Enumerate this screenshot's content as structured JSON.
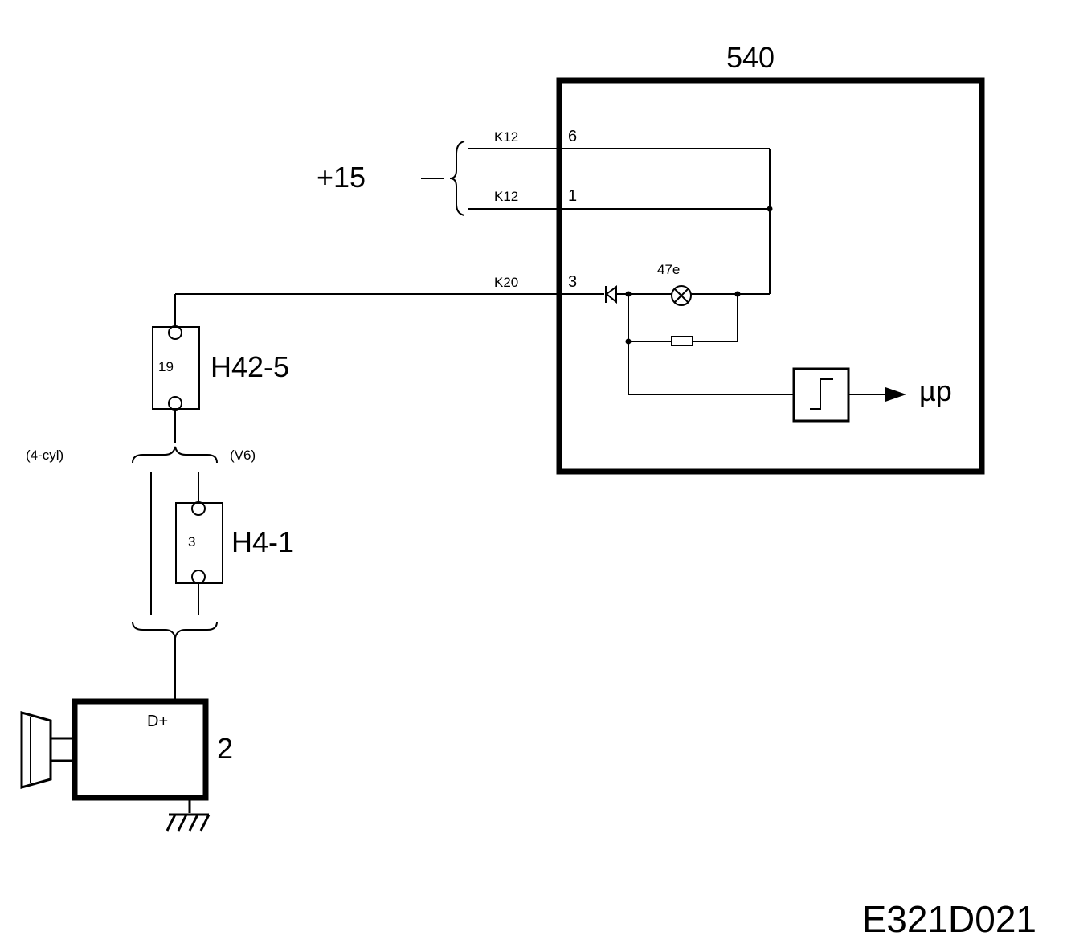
{
  "ecu": {
    "id": "540"
  },
  "supply": {
    "label": "+15"
  },
  "wires": [
    {
      "code": "K12",
      "pin": "6"
    },
    {
      "code": "K12",
      "pin": "1"
    },
    {
      "code": "K20",
      "pin": "3"
    }
  ],
  "lamp": {
    "label": "47e"
  },
  "output": {
    "label": "µp"
  },
  "connectors": [
    {
      "id": "H42-5",
      "pin": "19"
    },
    {
      "id": "H4-1",
      "pin": "3"
    }
  ],
  "variants": {
    "left": "(4-cyl)",
    "right": "(V6)"
  },
  "alternator": {
    "id": "2",
    "terminal": "D+"
  },
  "reference": "E321D021"
}
